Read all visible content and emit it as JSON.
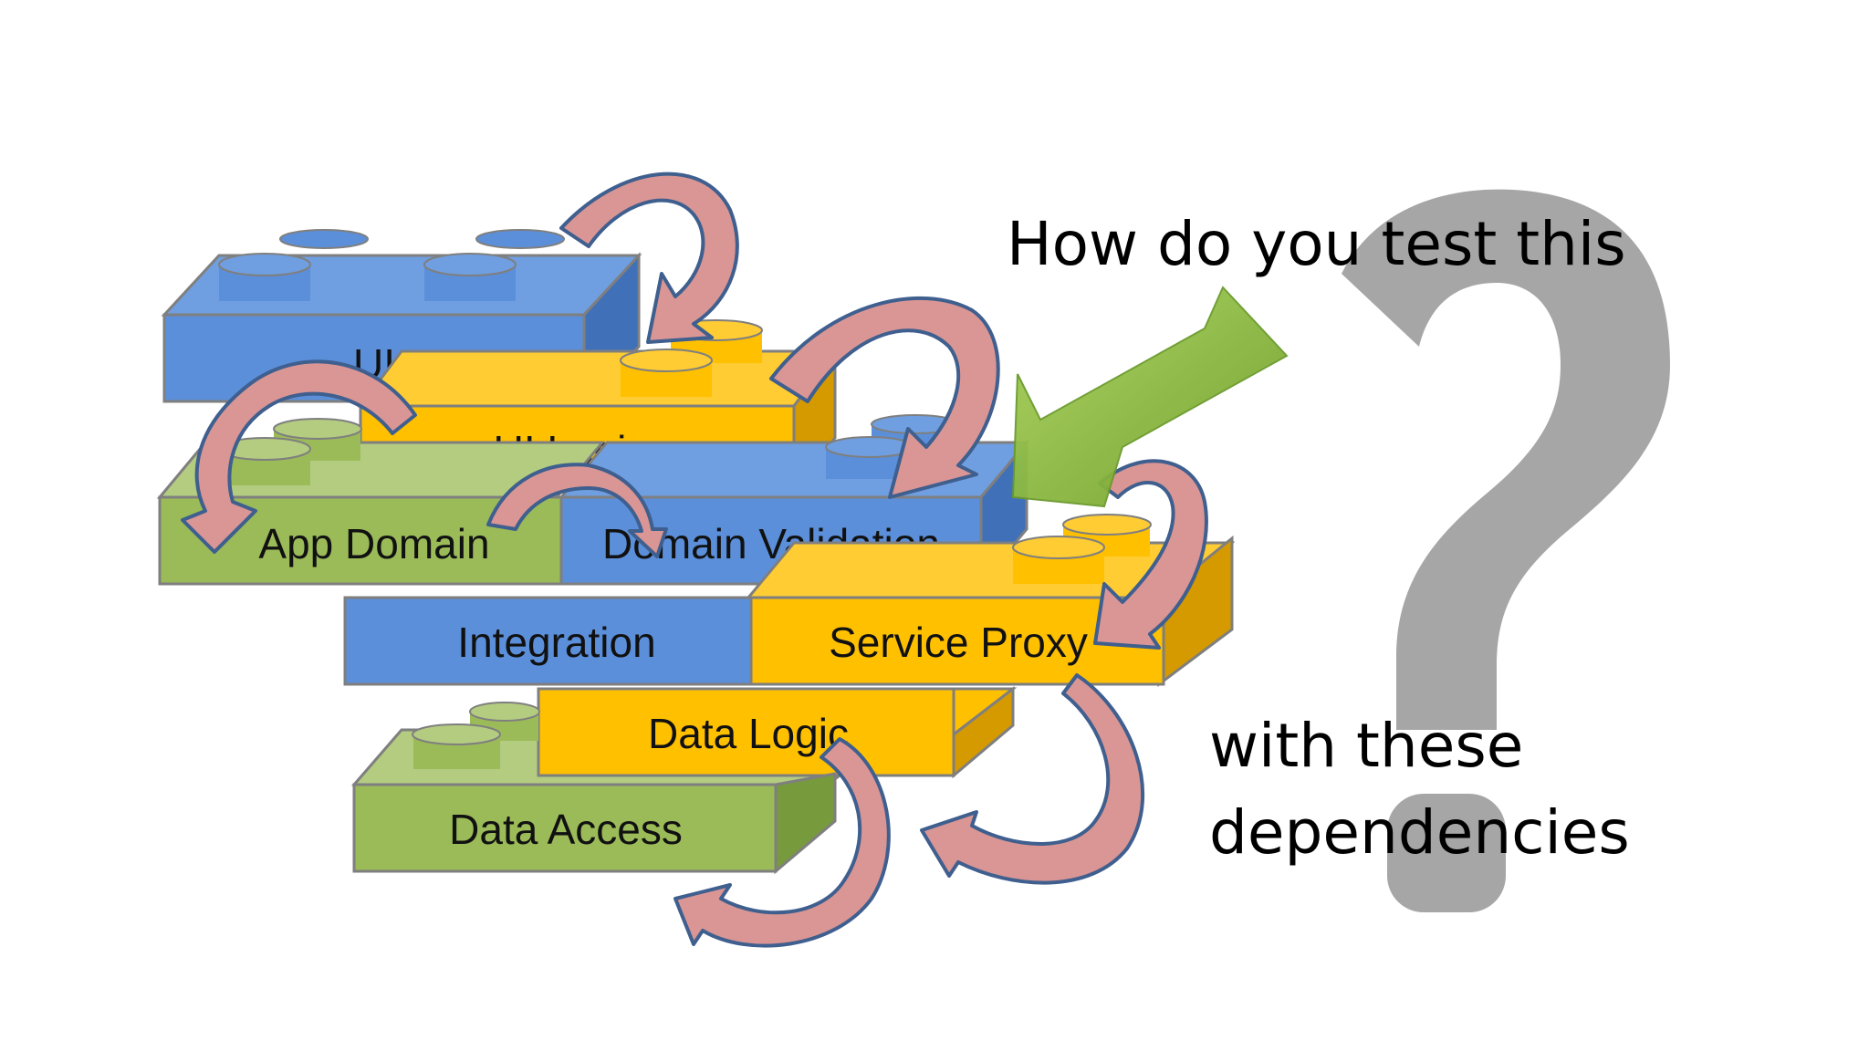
{
  "question": {
    "line1": "How do you test this",
    "line2": "with these",
    "line3": "dependencies"
  },
  "bricks": [
    {
      "id": "ui",
      "label": "UI"
    },
    {
      "id": "ui-logic",
      "label": "UI Logic"
    },
    {
      "id": "app-domain",
      "label": "App Domain"
    },
    {
      "id": "domain-validation",
      "label": "Domain Validation"
    },
    {
      "id": "integration",
      "label": "Integration"
    },
    {
      "id": "service-proxy",
      "label": "Service Proxy"
    },
    {
      "id": "data-logic",
      "label": "Data Logic"
    },
    {
      "id": "data-access",
      "label": "Data Access"
    }
  ],
  "colors": {
    "blue": "#5b8fd9",
    "yellow": "#ffc000",
    "green": "#9bbb59",
    "arrow": "#d99694",
    "pointer": "#8fc33a",
    "question_mark": "#a6a6a6"
  },
  "icons": {
    "question_mark": "question-mark-icon",
    "pointer": "green-pointer-arrow-icon",
    "dependency": "curved-dependency-arrow-icon"
  }
}
